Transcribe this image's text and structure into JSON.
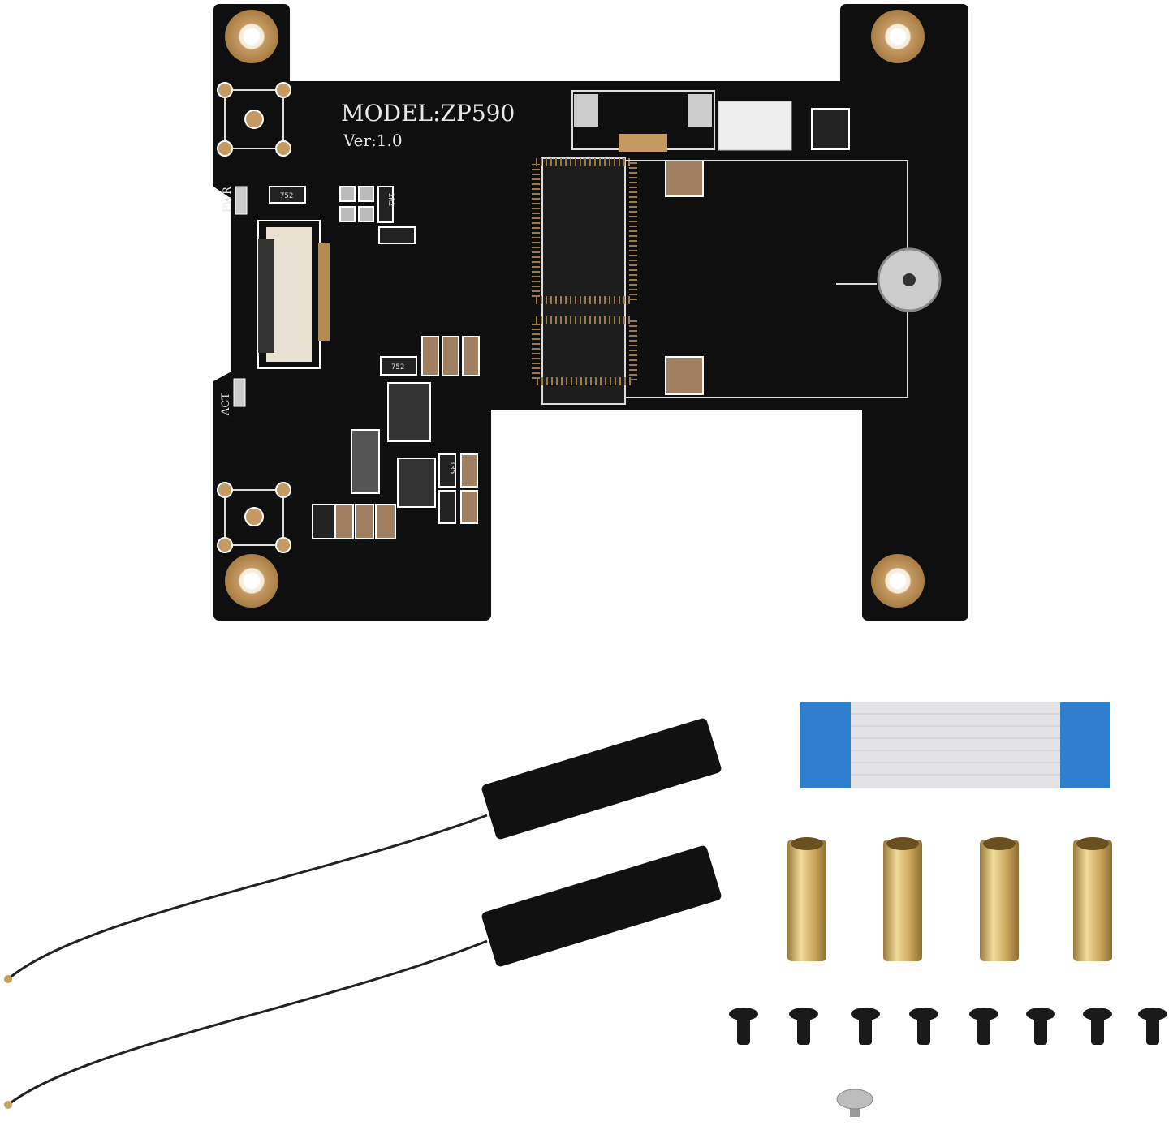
{
  "board": {
    "model_label": "MODEL:ZP590",
    "version_label": "Ver:1.0",
    "pwr_label": "PWR",
    "act_label": "ACT",
    "component_marks": [
      "752",
      "752",
      "1R5",
      "2R2"
    ]
  },
  "colors": {
    "pcb": "#0f0f10",
    "pad_gold": "#c49a62",
    "ribbon_blue": "#2f7fd0",
    "brass": "#d2b06a",
    "screw": "#1a1a1a"
  },
  "items": {
    "antenna_count": 2,
    "standoff_count": 4,
    "screw_count": 8,
    "small_screw_count": 1
  }
}
